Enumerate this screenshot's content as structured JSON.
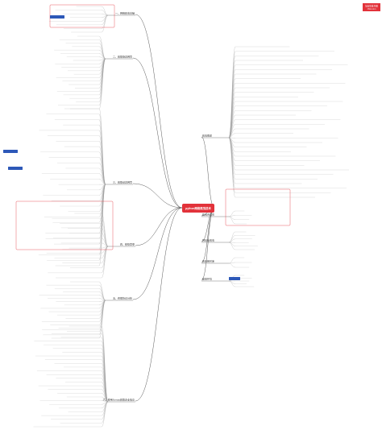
{
  "center": {
    "label": "python网络爬虫技术"
  },
  "badge": {
    "line1": "知犀思维导图",
    "line2": "zhixi.com"
  },
  "colors": {
    "center": "#e2323a",
    "badge": "#e2323a",
    "branch": "#5a5a5a",
    "leaf": "#9a9a9a",
    "highlight_blue": "#2d58b8",
    "highlight_red": "#e2323a"
  },
  "branches": [
    {
      "label": "一、网络爬虫基础",
      "side": "left"
    },
    {
      "label": "二、爬取静态网页",
      "side": "left"
    },
    {
      "label": "三、爬取动态网页",
      "side": "left"
    },
    {
      "label": "四、模拟登录",
      "side": "left"
    },
    {
      "label": "五、终端协议分析",
      "side": "left"
    },
    {
      "label": "六、使用Scrapy爬取企业信息",
      "side": "left"
    },
    {
      "label": "爬虫概述",
      "side": "right"
    },
    {
      "label": "爬虫合法性",
      "side": "right"
    },
    {
      "label": "网站反爬虫",
      "side": "right"
    },
    {
      "label": "爬虫相关库",
      "side": "right"
    },
    {
      "label": "配置环境",
      "side": "right"
    }
  ]
}
